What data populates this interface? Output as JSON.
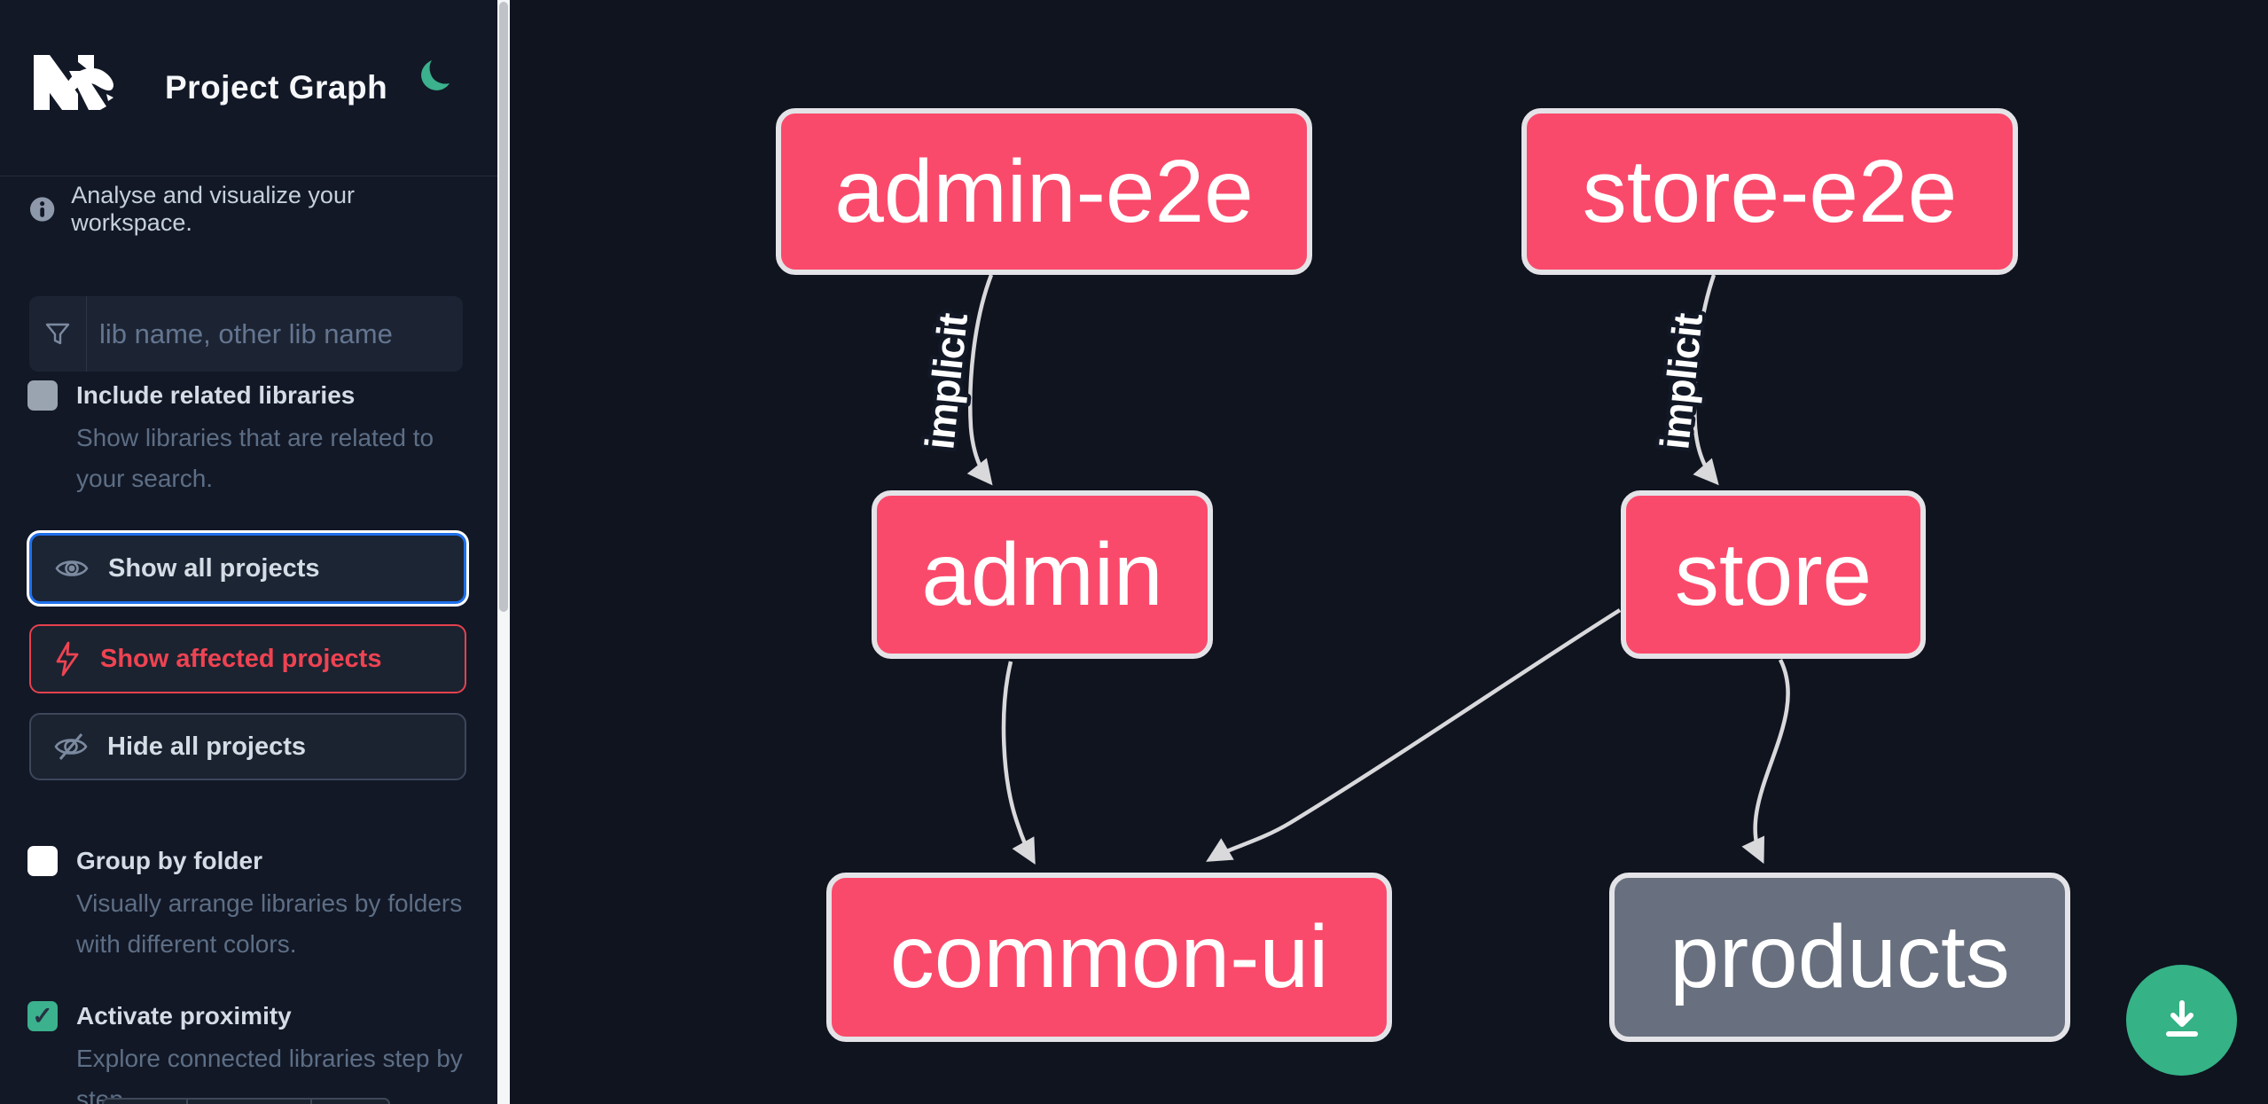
{
  "app": {
    "title": "Project Graph"
  },
  "header": {
    "logo_name": "Nx",
    "theme_toggle": "moon-icon",
    "accent_green": "#3bb18d"
  },
  "sidebar": {
    "info_text": "Analyse and visualize your workspace.",
    "search": {
      "placeholder": "lib name, other lib name"
    },
    "actions": [
      {
        "label": "Show all projects",
        "icon": "eye-icon",
        "state": "focused"
      },
      {
        "label": "Show affected projects",
        "icon": "lightning-icon",
        "state": "affected",
        "color": "#ef4352"
      },
      {
        "label": "Hide all projects",
        "icon": "eye-off-icon",
        "state": "default"
      }
    ],
    "options": [
      {
        "label": "Include related libraries",
        "description": "Show libraries that are related to your search.",
        "checked": false
      },
      {
        "label": "Group by folder",
        "description": "Visually arrange libraries by folders with different colors.",
        "checked": false
      },
      {
        "label": "Activate proximity",
        "description": "Explore connected libraries step by step.",
        "checked": true
      }
    ]
  },
  "graph": {
    "nodes": [
      {
        "label": "admin-e2e",
        "color": "#fa4a6b"
      },
      {
        "label": "store-e2e",
        "color": "#fa4a6b"
      },
      {
        "label": "admin",
        "color": "#fa4a6b"
      },
      {
        "label": "store",
        "color": "#fa4a6b"
      },
      {
        "label": "common-ui",
        "color": "#fa4a6b"
      },
      {
        "label": "products",
        "color": "#68707f"
      }
    ],
    "edges": [
      {
        "from": "admin-e2e",
        "to": "admin",
        "label": "implicit"
      },
      {
        "from": "store-e2e",
        "to": "store",
        "label": "implicit"
      },
      {
        "from": "admin",
        "to": "common-ui",
        "label": ""
      },
      {
        "from": "store",
        "to": "common-ui",
        "label": ""
      },
      {
        "from": "store",
        "to": "products",
        "label": ""
      }
    ],
    "edge_color": "#d9d9dc"
  },
  "fab": {
    "icon": "download-icon",
    "color": "#35b286"
  }
}
